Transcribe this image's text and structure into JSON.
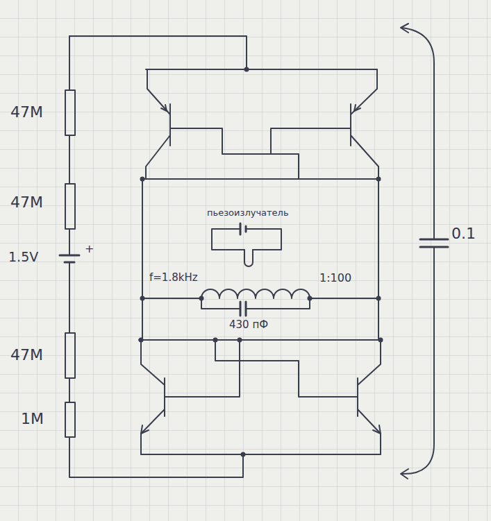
{
  "diagram": {
    "labels": [
      "47M",
      "47M",
      "1.5V",
      "+",
      "47M",
      "1M",
      "0.1",
      "пьезоизлучатель",
      "f=1.8kHz",
      "1:100",
      "430 пФ"
    ]
  }
}
